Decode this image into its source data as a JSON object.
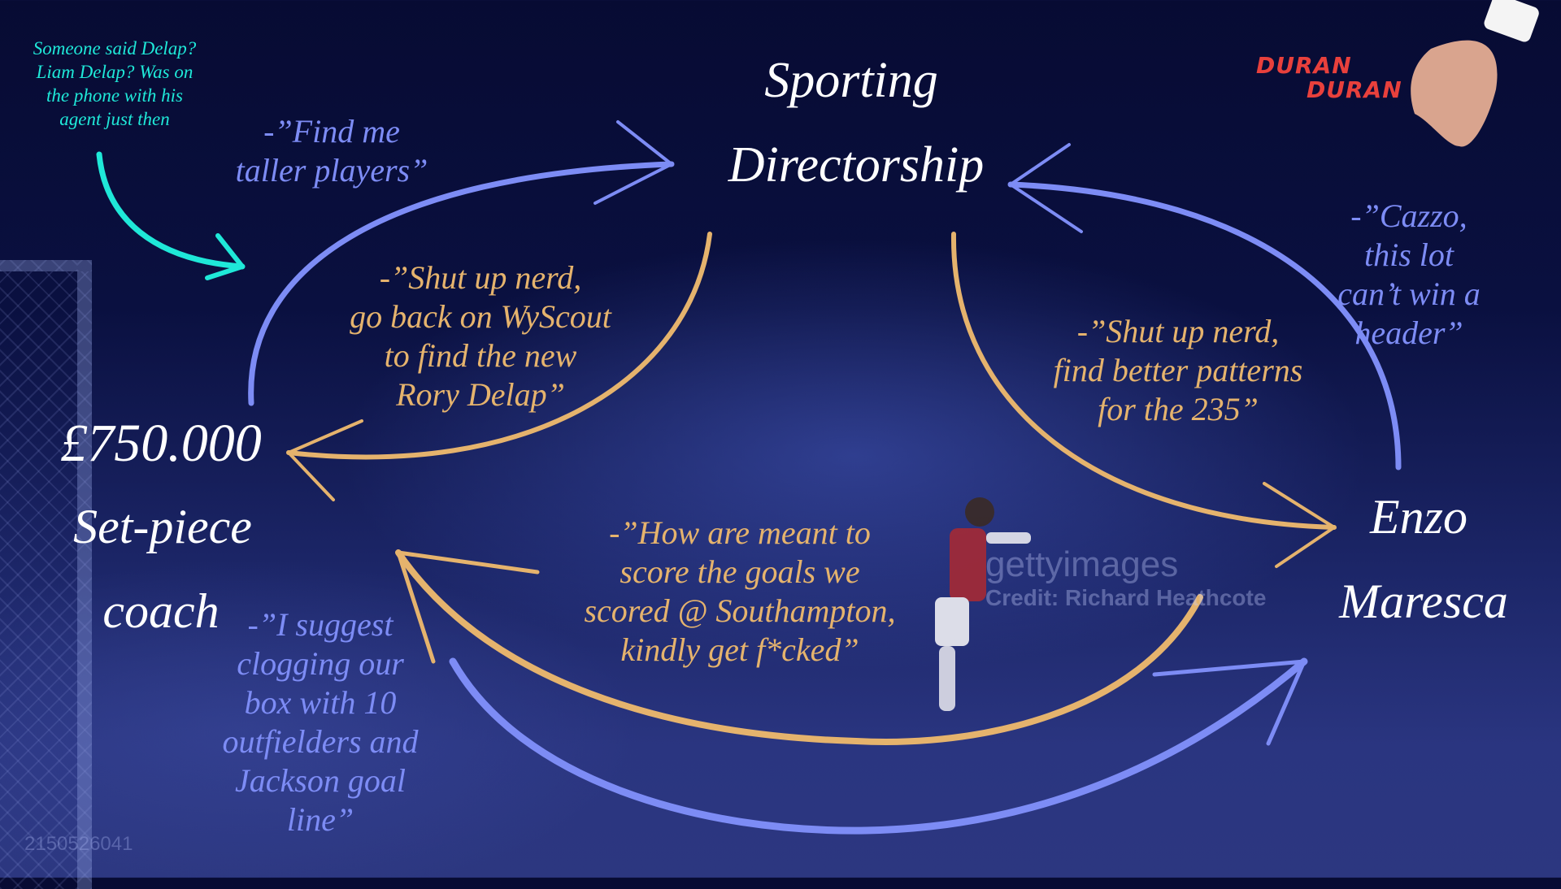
{
  "center_node": {
    "line1": "Sporting",
    "line2": "Directorship"
  },
  "left_node": {
    "price": "£750.000",
    "line1": "Set-piece",
    "line2": "coach"
  },
  "right_node": {
    "line1": "Enzo",
    "line2": "Maresca"
  },
  "quotes": {
    "find_taller": "-”Find me\ntaller players”",
    "cazzo": "-”Cazzo, this lot\ncan’t win a\nheader”",
    "wyscout": "-”Shut up nerd,\ngo back on WyScout\nto find the new\nRory Delap”",
    "patterns": "-”Shut up nerd,\nfind better patterns\nfor the 235”",
    "southampton": "-”How are meant to\nscore the goals we\nscored @ Southampton,\nkindly get f*cked”",
    "clogging": "-”I suggest\nclogging our\nbox with 10\noutfielders and\nJackson goal\nline”"
  },
  "side_note": "Someone said Delap?\nLiam Delap? Was on\nthe phone with his\nagent just then",
  "logo": {
    "line1": "DURAN",
    "line2": "DURAN"
  },
  "watermark": {
    "brand": "gettyimages",
    "credit": "Credit: Richard Heathcote",
    "image_id": "2150526041"
  },
  "colors": {
    "blue_arrow": "#7d8cf5",
    "gold_arrow": "#e5b36d",
    "cyan_arrow": "#1fe8d8",
    "background": "#0a1040"
  }
}
